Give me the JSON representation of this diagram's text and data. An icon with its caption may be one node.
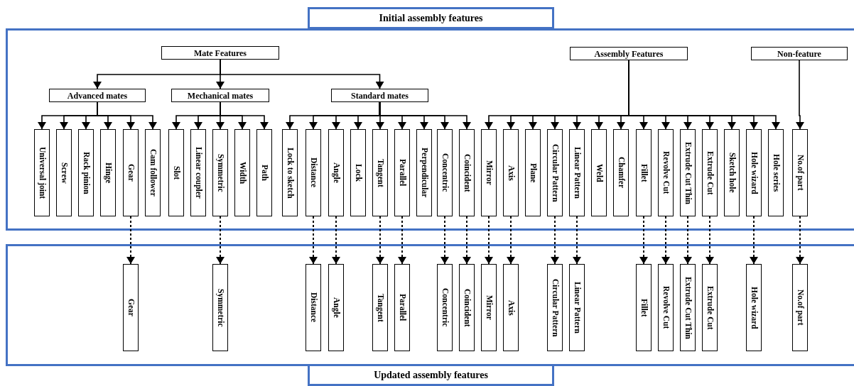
{
  "diagram": {
    "nodes": [
      {
        "text": [
          "Initial assembly features"
        ]
      },
      {
        "text": [
          "Mate Features"
        ],
        "in": 0
      },
      {
        "text": [
          "Advanced mates"
        ],
        "in": 0
      },
      {
        "text": [
          "Mechanical mates"
        ],
        "in": 0
      },
      {
        "text": [
          "Standard mates"
        ],
        "in": 0
      },
      {
        "text": [
          "Assembly Features"
        ],
        "in": 0
      },
      {
        "text": [
          "Non-feature"
        ],
        "in": 0
      },
      {
        "text": [
          "Universal joint"
        ],
        "in": 0
      },
      {
        "text": [
          "Screw"
        ],
        "in": 0
      },
      {
        "text": [
          "Rack pinion"
        ],
        "in": 0
      },
      {
        "text": [
          "Hinge"
        ],
        "in": 0
      },
      {
        "text": [
          "Gear"
        ],
        "in": 0
      },
      {
        "text": [
          "Cam follower"
        ],
        "in": 0
      },
      {
        "text": [
          "Slot"
        ],
        "in": 0
      },
      {
        "text": [
          "Linear coupler"
        ],
        "in": 0
      },
      {
        "text": [
          "Symmetric"
        ],
        "in": 0
      },
      {
        "text": [
          "Width"
        ],
        "in": 0
      },
      {
        "text": [
          "Path"
        ],
        "in": 0
      },
      {
        "text": [
          "Lock to sketch"
        ],
        "in": 0
      },
      {
        "text": [
          "Distance"
        ],
        "in": 0
      },
      {
        "text": [
          "Angle"
        ],
        "in": 0
      },
      {
        "text": [
          "Lock"
        ],
        "in": 0
      },
      {
        "text": [
          "Tangent"
        ],
        "in": 0
      },
      {
        "text": [
          "Parallel"
        ],
        "in": 0
      },
      {
        "text": [
          "Perpendicular"
        ],
        "in": 0
      },
      {
        "text": [
          "Concentric"
        ],
        "in": 0
      },
      {
        "text": [
          "Coincident"
        ],
        "in": 0
      },
      {
        "text": [
          "Mirror"
        ],
        "in": 0
      },
      {
        "text": [
          "Axis"
        ],
        "in": 0
      },
      {
        "text": [
          "Plane"
        ],
        "in": 0
      },
      {
        "text": [
          "Circular Pattern"
        ],
        "in": 0
      },
      {
        "text": [
          "Linear Pattern"
        ],
        "in": 0
      },
      {
        "text": [
          "Weld"
        ],
        "in": 0
      },
      {
        "text": [
          "Chamfer"
        ],
        "in": 0
      },
      {
        "text": [
          "Fillet"
        ],
        "in": 0
      },
      {
        "text": [
          "Revolve Cut"
        ],
        "in": 0
      },
      {
        "text": [
          "Extrude Cut Thin"
        ],
        "in": 0
      },
      {
        "text": [
          "Extrude Cut"
        ],
        "in": 0
      },
      {
        "text": [
          "Sketch hole"
        ],
        "in": 0
      },
      {
        "text": [
          "Hole wizard"
        ],
        "in": 0
      },
      {
        "text": [
          "Hole series"
        ],
        "in": 0
      },
      {
        "text": [
          "No.of part"
        ],
        "in": 0
      },
      {
        "text": [
          "Updated assembly features"
        ]
      },
      {
        "text": [
          "Gear"
        ],
        "in": 42
      },
      {
        "text": [
          "Symmetric"
        ],
        "in": 42
      },
      {
        "text": [
          "Distance"
        ],
        "in": 42
      },
      {
        "text": [
          "Angle"
        ],
        "in": 42
      },
      {
        "text": [
          "Tangent"
        ],
        "in": 42
      },
      {
        "text": [
          "Parallel"
        ],
        "in": 42
      },
      {
        "text": [
          "Concentric"
        ],
        "in": 42
      },
      {
        "text": [
          "Coincident"
        ],
        "in": 42
      },
      {
        "text": [
          "Mirror"
        ],
        "in": 42
      },
      {
        "text": [
          "Axis"
        ],
        "in": 42
      },
      {
        "text": [
          "Circular Pattern"
        ],
        "in": 42
      },
      {
        "text": [
          "Linear Pattern"
        ],
        "in": 42
      },
      {
        "text": [
          "Fillet"
        ],
        "in": 42
      },
      {
        "text": [
          "Revolve Cut"
        ],
        "in": 42
      },
      {
        "text": [
          "Extrude Cut Thin"
        ],
        "in": 42
      },
      {
        "text": [
          "Extrude Cut"
        ],
        "in": 42
      },
      {
        "text": [
          "Hole wizard"
        ],
        "in": 42
      },
      {
        "text": [
          "No.of part"
        ],
        "in": 42
      }
    ],
    "edges": [
      {
        "from": 1,
        "to": 2,
        "arrow": "to"
      },
      {
        "from": 1,
        "to": 3,
        "arrow": "to"
      },
      {
        "from": 1,
        "to": 4,
        "arrow": "to"
      },
      {
        "from": 2,
        "to": 7,
        "arrow": "to"
      },
      {
        "from": 2,
        "to": 8,
        "arrow": "to"
      },
      {
        "from": 2,
        "to": 9,
        "arrow": "to"
      },
      {
        "from": 2,
        "to": 10,
        "arrow": "to"
      },
      {
        "from": 2,
        "to": 11,
        "arrow": "to"
      },
      {
        "from": 2,
        "to": 12,
        "arrow": "to"
      },
      {
        "from": 3,
        "to": 13,
        "arrow": "to"
      },
      {
        "from": 3,
        "to": 14,
        "arrow": "to"
      },
      {
        "from": 3,
        "to": 15,
        "arrow": "to"
      },
      {
        "from": 3,
        "to": 16,
        "arrow": "to"
      },
      {
        "from": 3,
        "to": 17,
        "arrow": "to"
      },
      {
        "from": 4,
        "to": 18,
        "arrow": "to"
      },
      {
        "from": 4,
        "to": 19,
        "arrow": "to"
      },
      {
        "from": 4,
        "to": 20,
        "arrow": "to"
      },
      {
        "from": 4,
        "to": 21,
        "arrow": "to"
      },
      {
        "from": 4,
        "to": 22,
        "arrow": "to"
      },
      {
        "from": 4,
        "to": 23,
        "arrow": "to"
      },
      {
        "from": 4,
        "to": 24,
        "arrow": "to"
      },
      {
        "from": 4,
        "to": 25,
        "arrow": "to"
      },
      {
        "from": 4,
        "to": 26,
        "arrow": "to"
      },
      {
        "from": 5,
        "to": 27,
        "arrow": "to"
      },
      {
        "from": 5,
        "to": 28,
        "arrow": "to"
      },
      {
        "from": 5,
        "to": 29,
        "arrow": "to"
      },
      {
        "from": 5,
        "to": 30,
        "arrow": "to"
      },
      {
        "from": 5,
        "to": 31,
        "arrow": "to"
      },
      {
        "from": 5,
        "to": 32,
        "arrow": "to"
      },
      {
        "from": 5,
        "to": 33,
        "arrow": "to"
      },
      {
        "from": 5,
        "to": 34,
        "arrow": "to"
      },
      {
        "from": 5,
        "to": 35,
        "arrow": "to"
      },
      {
        "from": 5,
        "to": 36,
        "arrow": "to"
      },
      {
        "from": 5,
        "to": 37,
        "arrow": "to"
      },
      {
        "from": 5,
        "to": 38,
        "arrow": "to"
      },
      {
        "from": 5,
        "to": 39,
        "arrow": "to"
      },
      {
        "from": 5,
        "to": 40,
        "arrow": "to"
      },
      {
        "from": 6,
        "to": 41,
        "arrow": "to"
      },
      {
        "from": 11,
        "to": 43,
        "arrow": "to",
        "style": "dashed"
      },
      {
        "from": 15,
        "to": 44,
        "arrow": "to",
        "style": "dashed"
      },
      {
        "from": 19,
        "to": 45,
        "arrow": "to",
        "style": "dashed"
      },
      {
        "from": 20,
        "to": 46,
        "arrow": "to",
        "style": "dashed"
      },
      {
        "from": 22,
        "to": 47,
        "arrow": "to",
        "style": "dashed"
      },
      {
        "from": 23,
        "to": 48,
        "arrow": "to",
        "style": "dashed"
      },
      {
        "from": 25,
        "to": 49,
        "arrow": "to",
        "style": "dashed"
      },
      {
        "from": 26,
        "to": 50,
        "arrow": "to",
        "style": "dashed"
      },
      {
        "from": 27,
        "to": 51,
        "arrow": "to",
        "style": "dashed"
      },
      {
        "from": 28,
        "to": 52,
        "arrow": "to",
        "style": "dashed"
      },
      {
        "from": 30,
        "to": 53,
        "arrow": "to",
        "style": "dashed"
      },
      {
        "from": 31,
        "to": 54,
        "arrow": "to",
        "style": "dashed"
      },
      {
        "from": 34,
        "to": 55,
        "arrow": "to",
        "style": "dashed"
      },
      {
        "from": 35,
        "to": 56,
        "arrow": "to",
        "style": "dashed"
      },
      {
        "from": 36,
        "to": 57,
        "arrow": "to",
        "style": "dashed"
      },
      {
        "from": 37,
        "to": 58,
        "arrow": "to",
        "style": "dashed"
      },
      {
        "from": 39,
        "to": 59,
        "arrow": "to",
        "style": "dashed"
      },
      {
        "from": 41,
        "to": 60,
        "arrow": "to",
        "style": "dashed"
      }
    ]
  }
}
